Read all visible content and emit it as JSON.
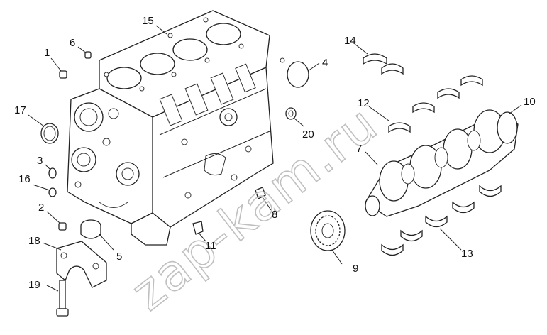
{
  "diagram": {
    "watermark": "zap-kam.ru",
    "callouts": [
      "1",
      "2",
      "3",
      "4",
      "5",
      "6",
      "7",
      "8",
      "9",
      "10",
      "11",
      "12",
      "13",
      "14",
      "15",
      "16",
      "17",
      "18",
      "19",
      "20"
    ]
  }
}
